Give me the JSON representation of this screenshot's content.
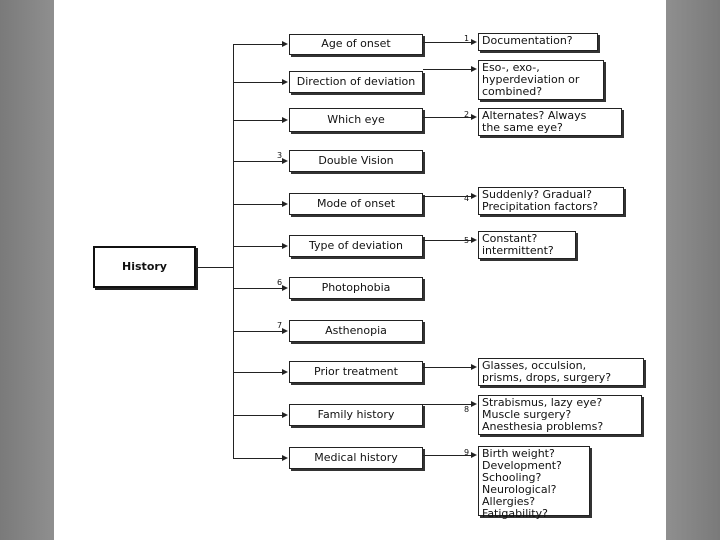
{
  "root": "History",
  "branches": [
    {
      "label": "Age of onset",
      "num": "1",
      "answer": [
        "Documentation?"
      ]
    },
    {
      "label": "Direction of deviation",
      "num": "",
      "answer": [
        "Eso-, exo-,",
        "hyperdeviation or",
        "combined?"
      ]
    },
    {
      "label": "Which eye",
      "num": "2",
      "answer": [
        "Alternates? Always",
        "the same eye?"
      ]
    },
    {
      "label": "Double Vision",
      "num": "3",
      "answer": []
    },
    {
      "label": "Mode of onset",
      "num": "4",
      "answer": [
        "Suddenly? Gradual?",
        "Precipitation factors?"
      ]
    },
    {
      "label": "Type of deviation",
      "num": "5",
      "answer": [
        "Constant?",
        "intermittent?"
      ]
    },
    {
      "label": "Photophobia",
      "num": "6",
      "answer": []
    },
    {
      "label": "Asthenopia",
      "num": "7",
      "answer": []
    },
    {
      "label": "Prior treatment",
      "num": "",
      "answer": [
        "Glasses, occulsion,",
        "prisms, drops, surgery?"
      ]
    },
    {
      "label": "Family history",
      "num": "8",
      "answer": [
        "Strabismus, lazy eye?",
        "Muscle surgery?",
        "Anesthesia problems?"
      ]
    },
    {
      "label": "Medical history",
      "num": "9",
      "answer": [
        "Birth weight?",
        "Development?",
        "Schooling?",
        "Neurological?",
        "Allergies?",
        "Fatigability?"
      ]
    }
  ]
}
